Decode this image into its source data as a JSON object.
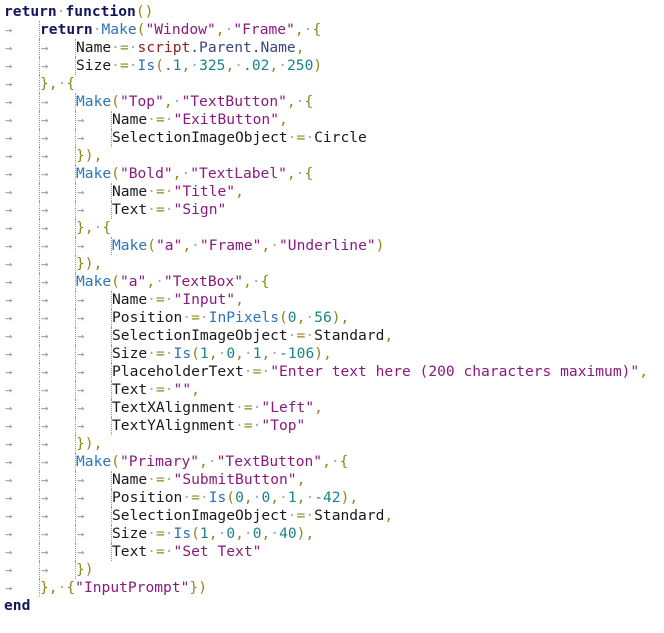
{
  "editor": {
    "colors": {
      "keyword": "#14145e",
      "function": "#2a74b8",
      "string": "#8a1a7e",
      "number": "#1a8585",
      "punctuation": "#8a8a1a",
      "identifier": "#1a1a1a",
      "global": "#8a2222",
      "property": "#3a4680"
    },
    "tab_icon": "arrow-right-icon",
    "lines": [
      {
        "indent": 0,
        "tokens": [
          [
            "kw",
            "return"
          ],
          [
            "sp",
            " "
          ],
          [
            "kw",
            "function"
          ],
          [
            "pun",
            "()"
          ]
        ]
      },
      {
        "indent": 1,
        "tokens": [
          [
            "kw",
            "return"
          ],
          [
            "sp",
            " "
          ],
          [
            "fn",
            "Make"
          ],
          [
            "pun",
            "("
          ],
          [
            "str",
            "\"Window\""
          ],
          [
            "pun",
            ","
          ],
          [
            "sp",
            " "
          ],
          [
            "str",
            "\"Frame\""
          ],
          [
            "pun",
            ","
          ],
          [
            "sp",
            " "
          ],
          [
            "pun",
            "{"
          ]
        ]
      },
      {
        "indent": 2,
        "tokens": [
          [
            "id",
            "Name"
          ],
          [
            "sp",
            " "
          ],
          [
            "pun",
            "="
          ],
          [
            "sp",
            " "
          ],
          [
            "scr",
            "script"
          ],
          [
            "prop",
            ".Parent.Name"
          ],
          [
            "pun",
            ","
          ]
        ]
      },
      {
        "indent": 2,
        "tokens": [
          [
            "id",
            "Size"
          ],
          [
            "sp",
            " "
          ],
          [
            "pun",
            "="
          ],
          [
            "sp",
            " "
          ],
          [
            "fn",
            "Is"
          ],
          [
            "pun",
            "("
          ],
          [
            "num",
            ".1"
          ],
          [
            "pun",
            ","
          ],
          [
            "sp",
            " "
          ],
          [
            "num",
            "325"
          ],
          [
            "pun",
            ","
          ],
          [
            "sp",
            " "
          ],
          [
            "num",
            ".02"
          ],
          [
            "pun",
            ","
          ],
          [
            "sp",
            " "
          ],
          [
            "num",
            "250"
          ],
          [
            "pun",
            ")"
          ]
        ]
      },
      {
        "indent": 1,
        "tokens": [
          [
            "pun",
            "},"
          ],
          [
            "sp",
            " "
          ],
          [
            "pun",
            "{"
          ]
        ]
      },
      {
        "indent": 2,
        "tokens": [
          [
            "fn",
            "Make"
          ],
          [
            "pun",
            "("
          ],
          [
            "str",
            "\"Top\""
          ],
          [
            "pun",
            ","
          ],
          [
            "sp",
            " "
          ],
          [
            "str",
            "\"TextButton\""
          ],
          [
            "pun",
            ","
          ],
          [
            "sp",
            " "
          ],
          [
            "pun",
            "{"
          ]
        ]
      },
      {
        "indent": 3,
        "tokens": [
          [
            "id",
            "Name"
          ],
          [
            "sp",
            " "
          ],
          [
            "pun",
            "="
          ],
          [
            "sp",
            " "
          ],
          [
            "str",
            "\"ExitButton\""
          ],
          [
            "pun",
            ","
          ]
        ]
      },
      {
        "indent": 3,
        "tokens": [
          [
            "id",
            "SelectionImageObject"
          ],
          [
            "sp",
            " "
          ],
          [
            "pun",
            "="
          ],
          [
            "sp",
            " "
          ],
          [
            "id",
            "Circle"
          ]
        ]
      },
      {
        "indent": 2,
        "tokens": [
          [
            "pun",
            "}),"
          ]
        ]
      },
      {
        "indent": 2,
        "tokens": [
          [
            "fn",
            "Make"
          ],
          [
            "pun",
            "("
          ],
          [
            "str",
            "\"Bold\""
          ],
          [
            "pun",
            ","
          ],
          [
            "sp",
            " "
          ],
          [
            "str",
            "\"TextLabel\""
          ],
          [
            "pun",
            ","
          ],
          [
            "sp",
            " "
          ],
          [
            "pun",
            "{"
          ]
        ]
      },
      {
        "indent": 3,
        "tokens": [
          [
            "id",
            "Name"
          ],
          [
            "sp",
            " "
          ],
          [
            "pun",
            "="
          ],
          [
            "sp",
            " "
          ],
          [
            "str",
            "\"Title\""
          ],
          [
            "pun",
            ","
          ]
        ]
      },
      {
        "indent": 3,
        "tokens": [
          [
            "id",
            "Text"
          ],
          [
            "sp",
            " "
          ],
          [
            "pun",
            "="
          ],
          [
            "sp",
            " "
          ],
          [
            "str",
            "\"Sign\""
          ]
        ]
      },
      {
        "indent": 2,
        "tokens": [
          [
            "pun",
            "},"
          ],
          [
            "sp",
            " "
          ],
          [
            "pun",
            "{"
          ]
        ]
      },
      {
        "indent": 3,
        "tokens": [
          [
            "fn",
            "Make"
          ],
          [
            "pun",
            "("
          ],
          [
            "str",
            "\"a\""
          ],
          [
            "pun",
            ","
          ],
          [
            "sp",
            " "
          ],
          [
            "str",
            "\"Frame\""
          ],
          [
            "pun",
            ","
          ],
          [
            "sp",
            " "
          ],
          [
            "str",
            "\"Underline\""
          ],
          [
            "pun",
            ")"
          ]
        ]
      },
      {
        "indent": 2,
        "tokens": [
          [
            "pun",
            "}),"
          ]
        ]
      },
      {
        "indent": 2,
        "tokens": [
          [
            "fn",
            "Make"
          ],
          [
            "pun",
            "("
          ],
          [
            "str",
            "\"a\""
          ],
          [
            "pun",
            ","
          ],
          [
            "sp",
            " "
          ],
          [
            "str",
            "\"TextBox\""
          ],
          [
            "pun",
            ","
          ],
          [
            "sp",
            " "
          ],
          [
            "pun",
            "{"
          ]
        ]
      },
      {
        "indent": 3,
        "tokens": [
          [
            "id",
            "Name"
          ],
          [
            "sp",
            " "
          ],
          [
            "pun",
            "="
          ],
          [
            "sp",
            " "
          ],
          [
            "str",
            "\"Input\""
          ],
          [
            "pun",
            ","
          ]
        ]
      },
      {
        "indent": 3,
        "tokens": [
          [
            "id",
            "Position"
          ],
          [
            "sp",
            " "
          ],
          [
            "pun",
            "="
          ],
          [
            "sp",
            " "
          ],
          [
            "fn",
            "InPixels"
          ],
          [
            "pun",
            "("
          ],
          [
            "num",
            "0"
          ],
          [
            "pun",
            ","
          ],
          [
            "sp",
            " "
          ],
          [
            "num",
            "56"
          ],
          [
            "pun",
            "),"
          ]
        ]
      },
      {
        "indent": 3,
        "tokens": [
          [
            "id",
            "SelectionImageObject"
          ],
          [
            "sp",
            " "
          ],
          [
            "pun",
            "="
          ],
          [
            "sp",
            " "
          ],
          [
            "id",
            "Standard"
          ],
          [
            "pun",
            ","
          ]
        ]
      },
      {
        "indent": 3,
        "tokens": [
          [
            "id",
            "Size"
          ],
          [
            "sp",
            " "
          ],
          [
            "pun",
            "="
          ],
          [
            "sp",
            " "
          ],
          [
            "fn",
            "Is"
          ],
          [
            "pun",
            "("
          ],
          [
            "num",
            "1"
          ],
          [
            "pun",
            ","
          ],
          [
            "sp",
            " "
          ],
          [
            "num",
            "0"
          ],
          [
            "pun",
            ","
          ],
          [
            "sp",
            " "
          ],
          [
            "num",
            "1"
          ],
          [
            "pun",
            ","
          ],
          [
            "sp",
            " "
          ],
          [
            "num",
            "-106"
          ],
          [
            "pun",
            "),"
          ]
        ]
      },
      {
        "indent": 3,
        "tokens": [
          [
            "id",
            "PlaceholderText"
          ],
          [
            "sp",
            " "
          ],
          [
            "pun",
            "="
          ],
          [
            "sp",
            " "
          ],
          [
            "str",
            "\"Enter text here (200 characters maximum)\""
          ],
          [
            "pun",
            ","
          ]
        ]
      },
      {
        "indent": 3,
        "tokens": [
          [
            "id",
            "Text"
          ],
          [
            "sp",
            " "
          ],
          [
            "pun",
            "="
          ],
          [
            "sp",
            " "
          ],
          [
            "str",
            "\"\""
          ],
          [
            "pun",
            ","
          ]
        ]
      },
      {
        "indent": 3,
        "tokens": [
          [
            "id",
            "TextXAlignment"
          ],
          [
            "sp",
            " "
          ],
          [
            "pun",
            "="
          ],
          [
            "sp",
            " "
          ],
          [
            "str",
            "\"Left\""
          ],
          [
            "pun",
            ","
          ]
        ]
      },
      {
        "indent": 3,
        "tokens": [
          [
            "id",
            "TextYAlignment"
          ],
          [
            "sp",
            " "
          ],
          [
            "pun",
            "="
          ],
          [
            "sp",
            " "
          ],
          [
            "str",
            "\"Top\""
          ]
        ]
      },
      {
        "indent": 2,
        "tokens": [
          [
            "pun",
            "}),"
          ]
        ]
      },
      {
        "indent": 2,
        "tokens": [
          [
            "fn",
            "Make"
          ],
          [
            "pun",
            "("
          ],
          [
            "str",
            "\"Primary\""
          ],
          [
            "pun",
            ","
          ],
          [
            "sp",
            " "
          ],
          [
            "str",
            "\"TextButton\""
          ],
          [
            "pun",
            ","
          ],
          [
            "sp",
            " "
          ],
          [
            "pun",
            "{"
          ]
        ]
      },
      {
        "indent": 3,
        "tokens": [
          [
            "id",
            "Name"
          ],
          [
            "sp",
            " "
          ],
          [
            "pun",
            "="
          ],
          [
            "sp",
            " "
          ],
          [
            "str",
            "\"SubmitButton\""
          ],
          [
            "pun",
            ","
          ]
        ]
      },
      {
        "indent": 3,
        "tokens": [
          [
            "id",
            "Position"
          ],
          [
            "sp",
            " "
          ],
          [
            "pun",
            "="
          ],
          [
            "sp",
            " "
          ],
          [
            "fn",
            "Is"
          ],
          [
            "pun",
            "("
          ],
          [
            "num",
            "0"
          ],
          [
            "pun",
            ","
          ],
          [
            "sp",
            " "
          ],
          [
            "num",
            "0"
          ],
          [
            "pun",
            ","
          ],
          [
            "sp",
            " "
          ],
          [
            "num",
            "1"
          ],
          [
            "pun",
            ","
          ],
          [
            "sp",
            " "
          ],
          [
            "num",
            "-42"
          ],
          [
            "pun",
            "),"
          ]
        ]
      },
      {
        "indent": 3,
        "tokens": [
          [
            "id",
            "SelectionImageObject"
          ],
          [
            "sp",
            " "
          ],
          [
            "pun",
            "="
          ],
          [
            "sp",
            " "
          ],
          [
            "id",
            "Standard"
          ],
          [
            "pun",
            ","
          ]
        ]
      },
      {
        "indent": 3,
        "tokens": [
          [
            "id",
            "Size"
          ],
          [
            "sp",
            " "
          ],
          [
            "pun",
            "="
          ],
          [
            "sp",
            " "
          ],
          [
            "fn",
            "Is"
          ],
          [
            "pun",
            "("
          ],
          [
            "num",
            "1"
          ],
          [
            "pun",
            ","
          ],
          [
            "sp",
            " "
          ],
          [
            "num",
            "0"
          ],
          [
            "pun",
            ","
          ],
          [
            "sp",
            " "
          ],
          [
            "num",
            "0"
          ],
          [
            "pun",
            ","
          ],
          [
            "sp",
            " "
          ],
          [
            "num",
            "40"
          ],
          [
            "pun",
            "),"
          ]
        ]
      },
      {
        "indent": 3,
        "tokens": [
          [
            "id",
            "Text"
          ],
          [
            "sp",
            " "
          ],
          [
            "pun",
            "="
          ],
          [
            "sp",
            " "
          ],
          [
            "str",
            "\"Set Text\""
          ]
        ]
      },
      {
        "indent": 2,
        "tokens": [
          [
            "pun",
            "})"
          ]
        ]
      },
      {
        "indent": 1,
        "tokens": [
          [
            "pun",
            "},"
          ],
          [
            "sp",
            " "
          ],
          [
            "pun",
            "{"
          ],
          [
            "str",
            "\"InputPrompt\""
          ],
          [
            "pun",
            "})"
          ]
        ]
      },
      {
        "indent": 0,
        "tokens": [
          [
            "kw",
            "end"
          ]
        ]
      }
    ]
  }
}
